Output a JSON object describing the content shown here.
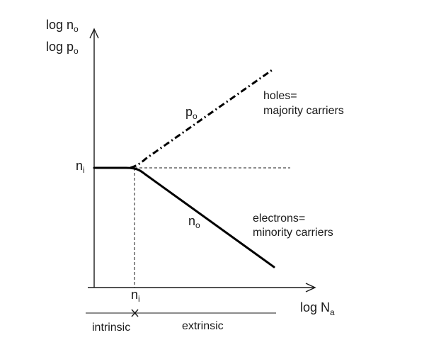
{
  "y_axis": {
    "label_line1": {
      "base": "log n",
      "sub": "o"
    },
    "label_line2": {
      "base": "log p",
      "sub": "o"
    }
  },
  "x_axis": {
    "label": {
      "base": "log N",
      "sub": "a"
    }
  },
  "y_tick": {
    "base": "n",
    "sub": "i"
  },
  "x_tick": {
    "base": "n",
    "sub": "i"
  },
  "curves": {
    "po": {
      "base": "p",
      "sub": "o"
    },
    "no": {
      "base": "n",
      "sub": "o"
    }
  },
  "annotations": {
    "holes_line1": "holes=",
    "holes_line2": "majority carriers",
    "electrons_line1": "electrons=",
    "electrons_line2": "minority carriers"
  },
  "regions": {
    "left": "intrinsic",
    "right": "extrinsic"
  }
}
